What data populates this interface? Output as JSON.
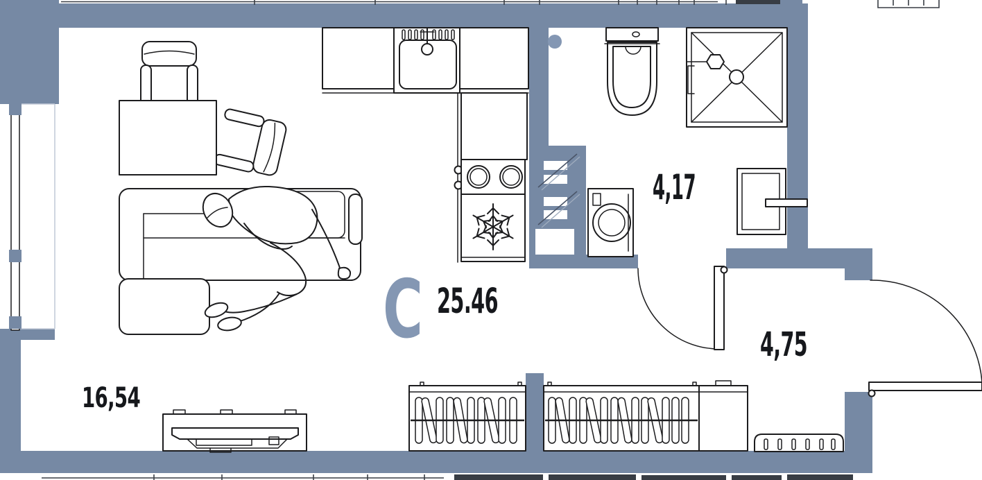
{
  "labels": {
    "north": "С",
    "living_area": "16,54",
    "total_area": "25.46",
    "bathroom_area": "4,17",
    "hallway_area": "4,75"
  },
  "colors": {
    "wall": "#7689A4",
    "wall_light": "#8497B3",
    "line": "#1C1C1E",
    "cutoff": "#383D44",
    "background": "#FFFFFF"
  },
  "fixtures": [
    "window",
    "dining-table",
    "chair",
    "armchair",
    "corner-sofa",
    "person",
    "tv-stand",
    "kitchen-counter",
    "kitchen-sink",
    "stove",
    "fridge",
    "vent-shaft",
    "toilet",
    "shower-cabin",
    "washbasin",
    "washing-machine",
    "bathroom-door",
    "wardrobe",
    "wardrobe",
    "shoe-bench",
    "entrance-door"
  ]
}
